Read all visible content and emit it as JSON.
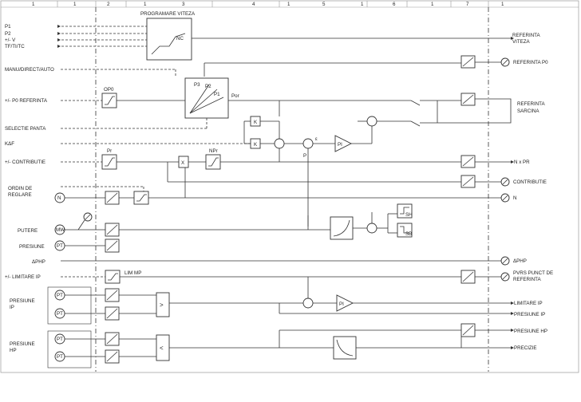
{
  "columns": [
    "1",
    "1",
    "2",
    "1",
    "3",
    "4",
    "1",
    "5",
    "1",
    "6",
    "1",
    "7",
    "1"
  ],
  "title": "PROGRAMARE VITEZA",
  "block_labels": {
    "nc": "NC",
    "op0": "OP0",
    "p3": "P3",
    "p2": "P2",
    "p1": "P1",
    "por": "Por",
    "k_upper": "K",
    "k_lower": "K",
    "x": "X",
    "pr": "Pr",
    "npr": "NPr",
    "epsilon": "ε",
    "p": "P",
    "pi_upper": "PI",
    "pi_lower": "PI",
    "lim_mp": "LIM MP",
    "sh": "SH",
    "sb": "SB",
    "gt": ">",
    "lt": "<"
  },
  "inputs": {
    "p1": "P1",
    "p2": "P2",
    "v": "+/- V",
    "tf": "TF/TI/TC",
    "manu": "MANU/DIRECT/AUTO",
    "p0_ref": "+/- P0  REFERINTA",
    "selectie": "SELECTIE PANTA",
    "kdf": "KΔF",
    "contributie": "+/-  CONTRIBUTIE",
    "ordin1": "ORDIN DE",
    "ordin2": "REGLARE",
    "putere": "PUTERE",
    "presiune": "PRESIUNE",
    "dphp": "ΔPHP",
    "limitare_ip": "+/- LIMITARE IP",
    "presiune_ip1": "PRESIUNE",
    "presiune_ip2": "IP",
    "presiune_hp1": "PRESIUNE",
    "presiune_hp2": "HP"
  },
  "sensors": {
    "n": "N",
    "mw": "MW",
    "pt": "PT"
  },
  "outputs": {
    "ref_viteza1": "REFERINTA",
    "ref_viteza2": "VITEZA",
    "ref_p0": "REFERINTA  P0",
    "ref_sarcina1": "REFERINTA",
    "ref_sarcina2": "SARCINA",
    "npr": "N x PR",
    "contributie": "CONTRIBUTIE",
    "n": "N",
    "dphp": "ΔPHP",
    "pvrs1": "PVRS PUNCT DE",
    "pvrs2": "REFERINTA",
    "limitare_ip": "LIMITARE IP",
    "presiune_ip": "PRESIUNE IP",
    "presiune_hp": "PRESIUNE HP",
    "precizie": "PRECIZIE"
  }
}
